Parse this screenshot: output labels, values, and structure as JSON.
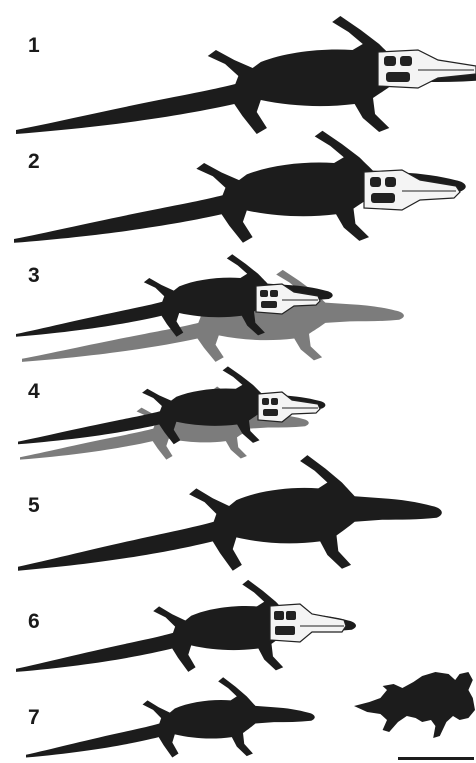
{
  "figure": {
    "panels": [
      {
        "label": "1",
        "skull_shown": true,
        "ghost_shown": false
      },
      {
        "label": "2",
        "skull_shown": true,
        "ghost_shown": false
      },
      {
        "label": "3",
        "skull_shown": true,
        "ghost_shown": true
      },
      {
        "label": "4",
        "skull_shown": true,
        "ghost_shown": true
      },
      {
        "label": "5",
        "skull_shown": false,
        "ghost_shown": false
      },
      {
        "label": "6",
        "skull_shown": true,
        "ghost_shown": false
      },
      {
        "label": "7",
        "skull_shown": false,
        "ghost_shown": false
      }
    ],
    "human_diver_shown": true,
    "scale_bar_shown": true,
    "colors": {
      "silhouette": "#1c1c1c",
      "ghost_silhouette": "#7c7c7c",
      "skull": "#f4f4f4",
      "background": "#ffffff"
    }
  }
}
